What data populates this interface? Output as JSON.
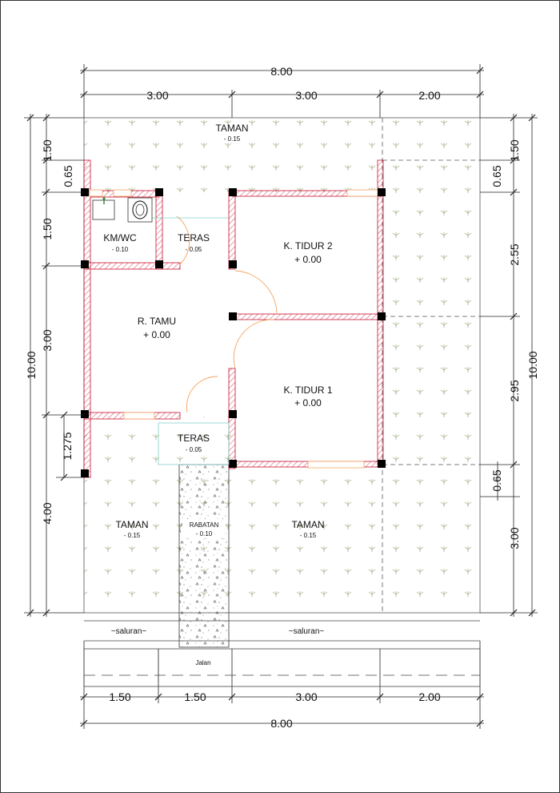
{
  "colors": {
    "wall_hatch": "#c8102e",
    "door_arc": "#f4a460",
    "window": "#f4a460",
    "garden_mark": "#9aa87a",
    "dim_line": "#222222",
    "frame": "#333333",
    "teras_line": "#7fd0c8",
    "gravel": "#555555"
  },
  "dims": {
    "top_total": "8.00",
    "top_1": "3.00",
    "top_2": "3.00",
    "top_3": "2.00",
    "bottom_1": "1.50",
    "bottom_2": "1.50",
    "bottom_3": "3.00",
    "bottom_4": "2.00",
    "bottom_total": "8.00",
    "left_total": "10.00",
    "left_1": "1.50",
    "left_065": "0.65",
    "left_2": "1.50",
    "left_3": "3.00",
    "left_1275": "1.275",
    "left_4": "4.00",
    "right_total": "10.00",
    "right_1": "1.50",
    "right_065a": "0.65",
    "right_2": "2.55",
    "right_3": "2.95",
    "right_065b": "0.65",
    "right_4": "3.00"
  },
  "rooms": {
    "taman_top": {
      "name": "TAMAN",
      "level": "- 0.15"
    },
    "kmwc": {
      "name": "KM/WC",
      "level": "- 0.10"
    },
    "teras_top": {
      "name": "TERAS",
      "level": "- 0.05"
    },
    "tidur2": {
      "name": "K. TIDUR 2",
      "level": "+ 0.00"
    },
    "tamu": {
      "name": "R. TAMU",
      "level": "+ 0.00"
    },
    "tidur1": {
      "name": "K. TIDUR 1",
      "level": "+ 0.00"
    },
    "teras_bottom": {
      "name": "TERAS",
      "level": "- 0.05"
    },
    "taman_left": {
      "name": "TAMAN",
      "level": "- 0.15"
    },
    "rabatan": {
      "name": "RABATAN",
      "level": "- 0.10"
    },
    "taman_right": {
      "name": "TAMAN",
      "level": "- 0.15"
    }
  },
  "site": {
    "saluran_left": "~saluran~",
    "saluran_right": "~saluran~",
    "jalan": "Jalan"
  }
}
